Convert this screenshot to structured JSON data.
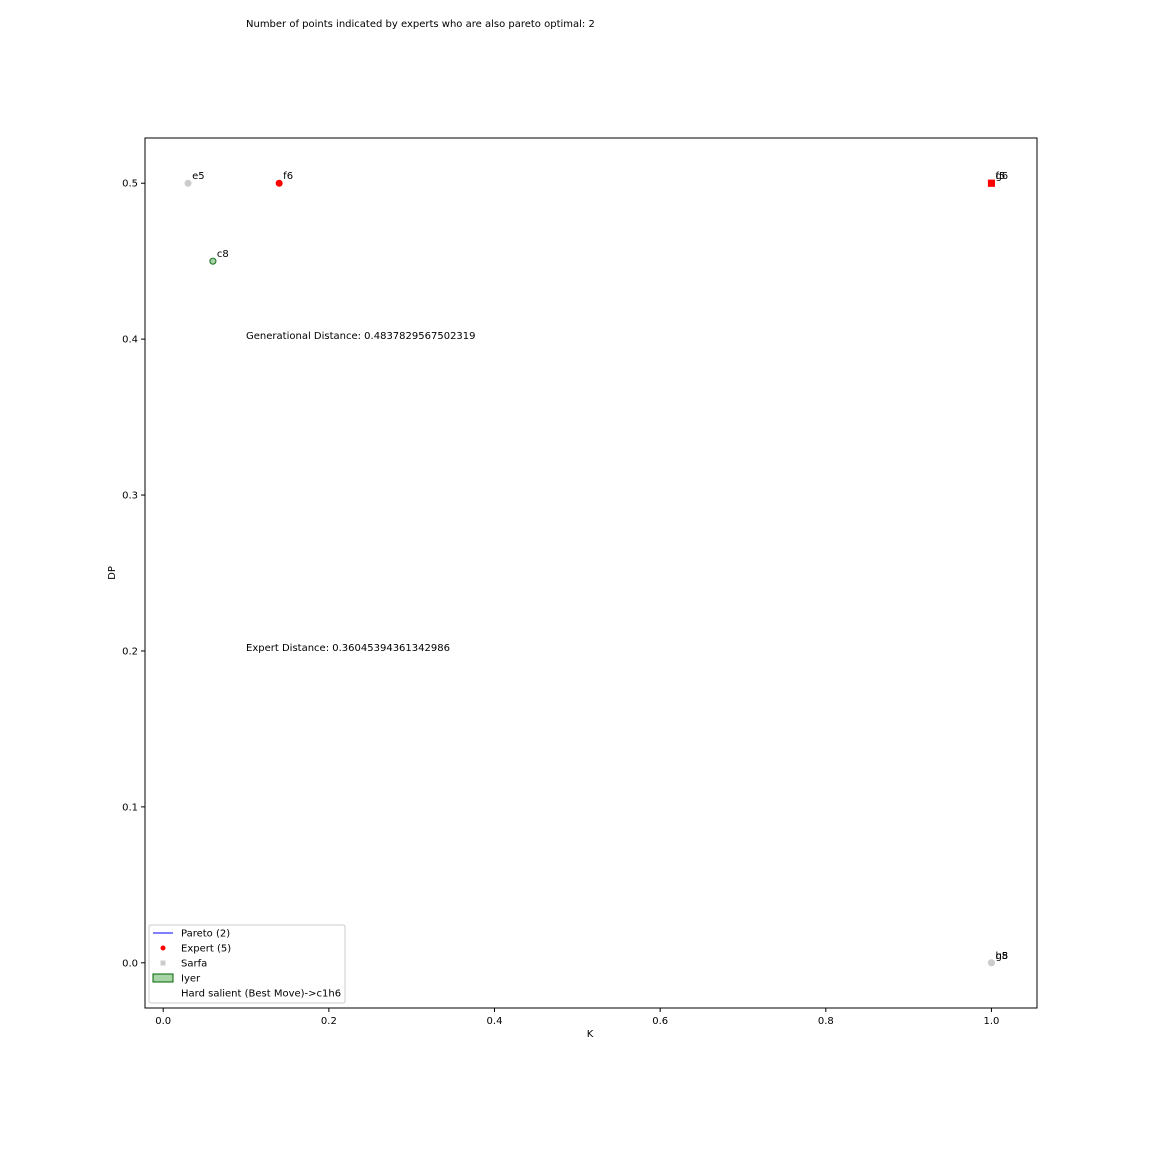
{
  "header_text": "Number of points indicated by experts who are also pareto optimal: 2",
  "chart_data": {
    "type": "scatter",
    "xlabel": "K",
    "ylabel": "DP",
    "xlim": [
      -0.022,
      1.055
    ],
    "ylim": [
      -0.029,
      0.529
    ],
    "xticks": [
      0.0,
      0.2,
      0.4,
      0.6,
      0.8,
      1.0
    ],
    "xtick_labels": [
      "0.0",
      "0.2",
      "0.4",
      "0.6",
      "0.8",
      "1.0"
    ],
    "yticks": [
      0.0,
      0.1,
      0.2,
      0.3,
      0.4,
      0.5
    ],
    "ytick_labels": [
      "0.0",
      "0.1",
      "0.2",
      "0.3",
      "0.4",
      "0.5"
    ],
    "grid": false,
    "legend_position": "lower-left",
    "annotations": [
      {
        "text": "Generational Distance: 0.4837829567502319",
        "x": 0.1,
        "y": 0.4
      },
      {
        "text": "Expert Distance: 0.36045394361342986",
        "x": 0.1,
        "y": 0.2
      }
    ],
    "legend": [
      {
        "label": "Pareto (2)",
        "marker": "line",
        "color": "#0000ff"
      },
      {
        "label": "Expert (5)",
        "marker": "dot",
        "color": "#ff0000"
      },
      {
        "label": "Sarfa",
        "marker": "square",
        "color": "#cccccc"
      },
      {
        "label": "Iyer",
        "marker": "patch",
        "color": "#a8d5a8",
        "edge": "#006400"
      },
      {
        "label": "Hard salient (Best Move)->c1h6",
        "marker": "none",
        "color": "#ffffff"
      }
    ],
    "points": [
      {
        "label": "e5",
        "x": 0.03,
        "y": 0.5,
        "style": "sarfa"
      },
      {
        "label": "f6",
        "x": 0.14,
        "y": 0.5,
        "style": "expert"
      },
      {
        "label": "c8",
        "x": 0.06,
        "y": 0.45,
        "style": "iyer"
      },
      {
        "label": "f5",
        "x": 1.0,
        "y": 0.5,
        "style": "expert-square"
      },
      {
        "label": "g6",
        "x": 1.0,
        "y": 0.5,
        "style": "expert-square"
      },
      {
        "label": "g8",
        "x": 1.0,
        "y": 0.0,
        "style": "sarfa"
      },
      {
        "label": "h5",
        "x": 1.0,
        "y": 0.0,
        "style": "sarfa"
      }
    ],
    "colors": {
      "expert": "#ff0000",
      "sarfa": "#cccccc",
      "iyer_fill": "#a8d5a8",
      "iyer_edge": "#2e7d32",
      "pareto": "#0000ff"
    }
  }
}
